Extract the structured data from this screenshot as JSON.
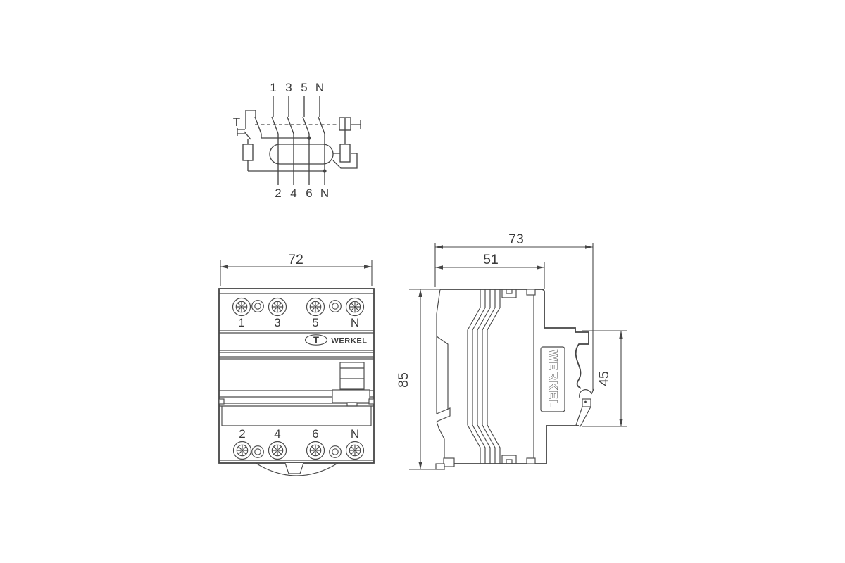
{
  "colors": {
    "background": "#ffffff",
    "line": "#454545",
    "text": "#3a3a3a"
  },
  "wiring_diagram": {
    "test_label": "T",
    "top_terminals": [
      "1",
      "3",
      "5",
      "N"
    ],
    "bottom_terminals": [
      "2",
      "4",
      "6",
      "N"
    ]
  },
  "front_view": {
    "width_dim": "72",
    "top_terminals": [
      "1",
      "3",
      "5",
      "N"
    ],
    "bottom_terminals": [
      "2",
      "4",
      "6",
      "N"
    ],
    "test_button": "T",
    "brand": "WERKEL"
  },
  "side_view": {
    "overall_depth_dim": "73",
    "body_depth_dim": "51",
    "height_dim": "85",
    "front_section_height_dim": "45",
    "brand": "WERKEL"
  }
}
